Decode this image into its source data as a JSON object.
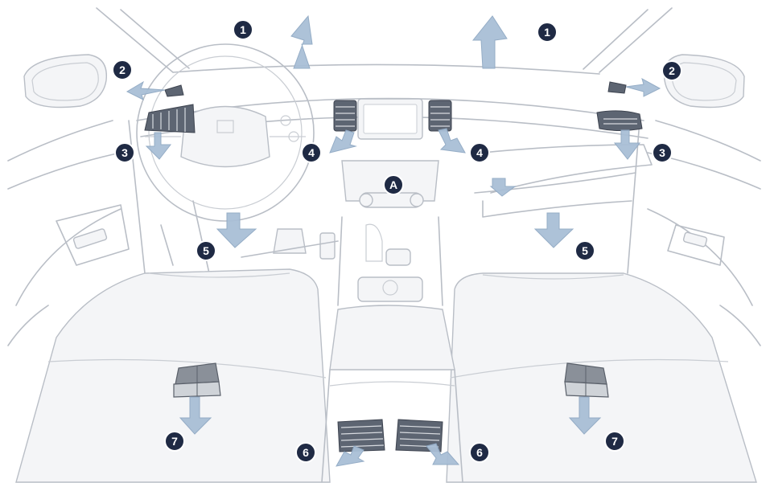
{
  "markers": [
    {
      "id": "m1-left",
      "label": "1"
    },
    {
      "id": "m1-right",
      "label": "1"
    },
    {
      "id": "m2-left",
      "label": "2"
    },
    {
      "id": "m2-right",
      "label": "2"
    },
    {
      "id": "m3-left",
      "label": "3"
    },
    {
      "id": "m3-right",
      "label": "3"
    },
    {
      "id": "m4-left",
      "label": "4"
    },
    {
      "id": "m4-right",
      "label": "4"
    },
    {
      "id": "mA",
      "label": "A"
    },
    {
      "id": "m5-left",
      "label": "5"
    },
    {
      "id": "m5-right",
      "label": "5"
    },
    {
      "id": "m6-left",
      "label": "6"
    },
    {
      "id": "m6-right",
      "label": "6"
    },
    {
      "id": "m7-left",
      "label": "7"
    },
    {
      "id": "m7-right",
      "label": "7"
    }
  ],
  "colors": {
    "marker": "#1f2a44",
    "airflow": "#a9bfd6",
    "outline": "#b9bec6",
    "vent": "#5d6572"
  }
}
